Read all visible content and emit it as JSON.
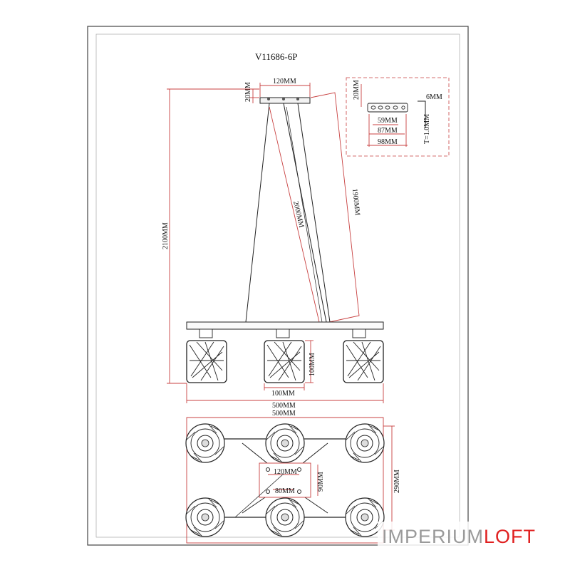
{
  "title": "V11686-6P",
  "dimensions": {
    "canopy_width": "120MM",
    "canopy_height": "20MM",
    "overall_height": "2100MM",
    "cable_long": "2000MM",
    "cable_short": "1900MM",
    "shade_height": "100MM",
    "shade_width": "100MM",
    "bar_length": "500MM",
    "plan_length": "500MM",
    "plan_width": "290MM",
    "plate_length": "120MM",
    "plate_width": "90MM",
    "plate_hole": "80MM"
  },
  "bracket_detail": {
    "height": "20MM",
    "thickness_top": "6MM",
    "thickness": "T=1.0MM",
    "hole_span": "59MM",
    "slot_span": "87MM",
    "length": "98MM"
  },
  "watermark": {
    "part1": "IMPERIUM",
    "part2": "LOFT"
  },
  "colors": {
    "line": "#222222",
    "dimension": "#c84040",
    "watermark_gray": "#9a9a9a",
    "watermark_red": "#e02020"
  }
}
